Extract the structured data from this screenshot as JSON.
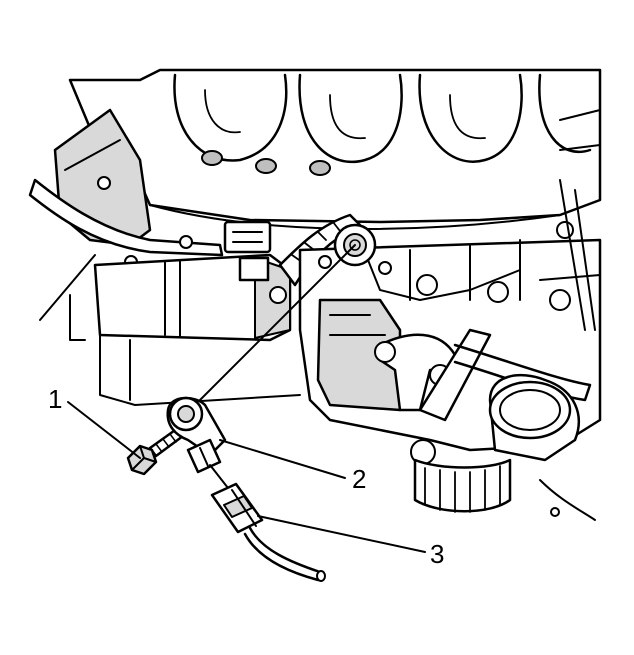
{
  "colors": {
    "ink": "#000000",
    "background": "#ffffff",
    "shade_light": "#d9d9d9",
    "shade_dark": "#bfbfbf"
  },
  "callouts": [
    {
      "label": "1",
      "part": "bolt"
    },
    {
      "label": "2",
      "part": "knock-sensor"
    },
    {
      "label": "3",
      "part": "electrical-connector"
    }
  ]
}
